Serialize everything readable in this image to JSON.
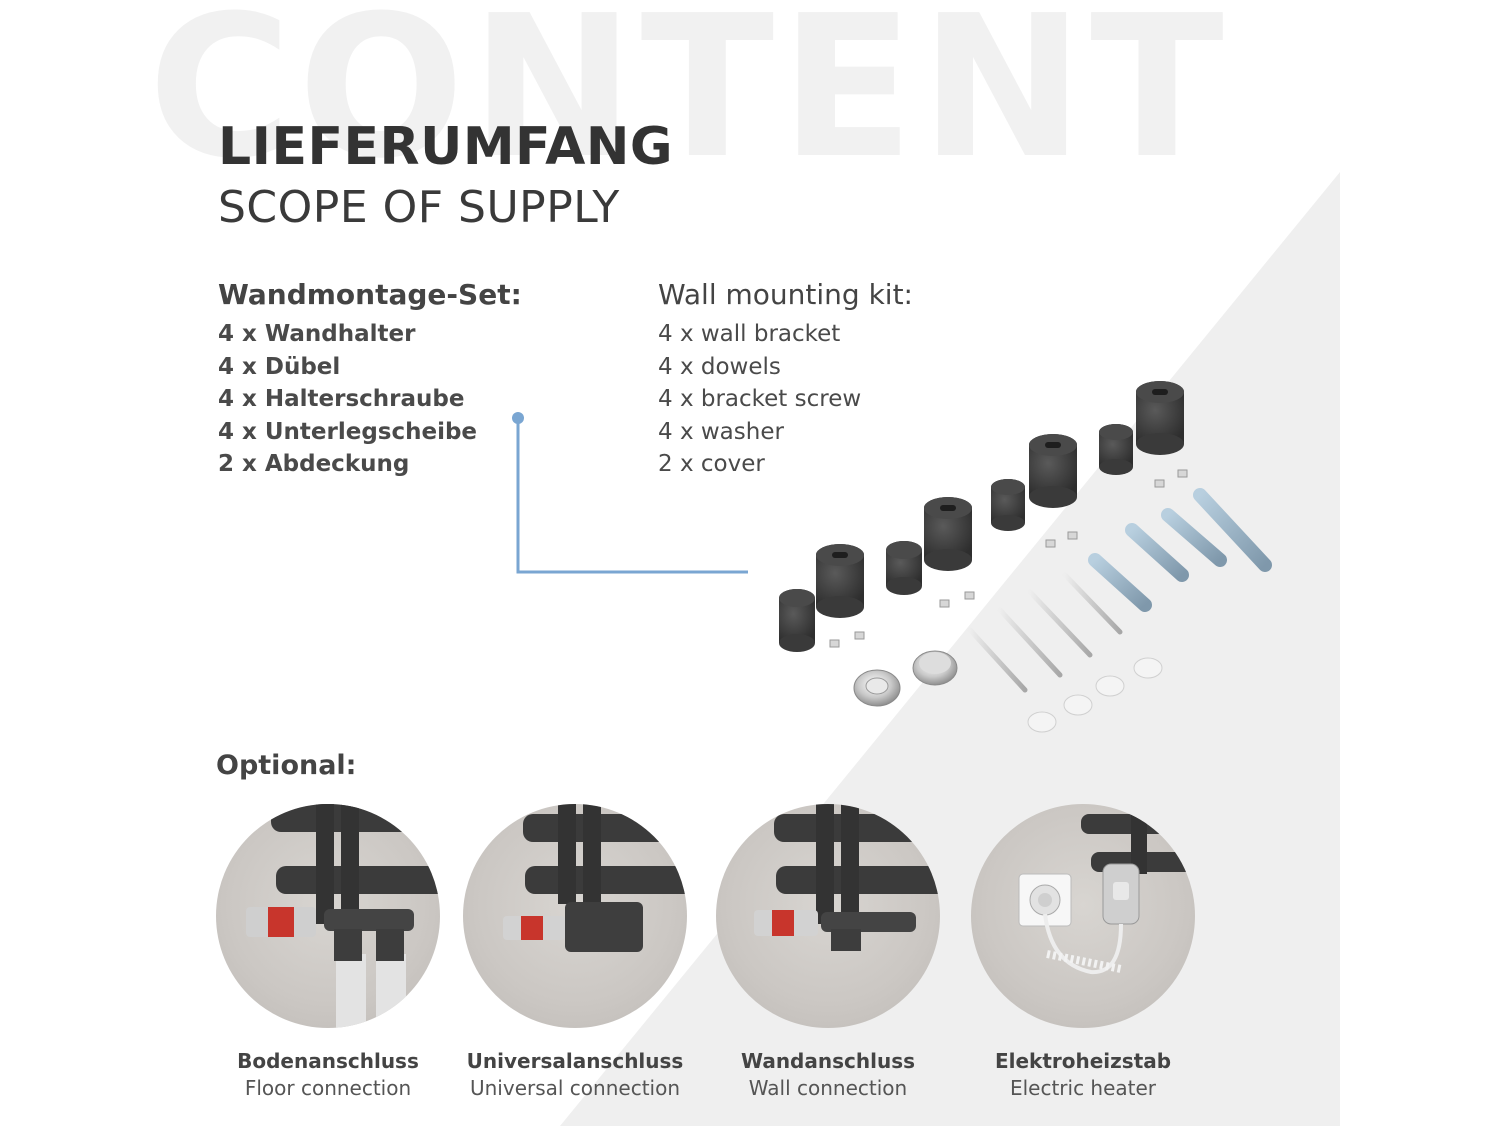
{
  "watermark": "CONTENT",
  "title_de": "LIEFERUMFANG",
  "title_en": "SCOPE OF SUPPLY",
  "kit_de": {
    "heading": "Wandmontage-Set:",
    "items": [
      "4 x Wandhalter",
      "4 x Dübel",
      "4 x Halterschraube",
      "4 x Unterlegscheibe",
      "2 x Abdeckung"
    ]
  },
  "kit_en": {
    "heading": "Wall mounting kit:",
    "items": [
      "4 x wall bracket",
      "4 x dowels",
      "4 x bracket screw",
      "4 x washer",
      "2 x cover"
    ]
  },
  "optional_label": "Optional:",
  "options": [
    {
      "de": "Bodenanschluss",
      "en": "Floor connection"
    },
    {
      "de": "Universalanschluss",
      "en": "Universal connection"
    },
    {
      "de": "Wandanschluss",
      "en": "Wall connection"
    },
    {
      "de": "Elektroheizstab",
      "en": "Electric heater"
    }
  ],
  "colors": {
    "connector_line": "#7aa6d2",
    "background_gray": "#efefef",
    "bracket": "#3d3d3d"
  }
}
